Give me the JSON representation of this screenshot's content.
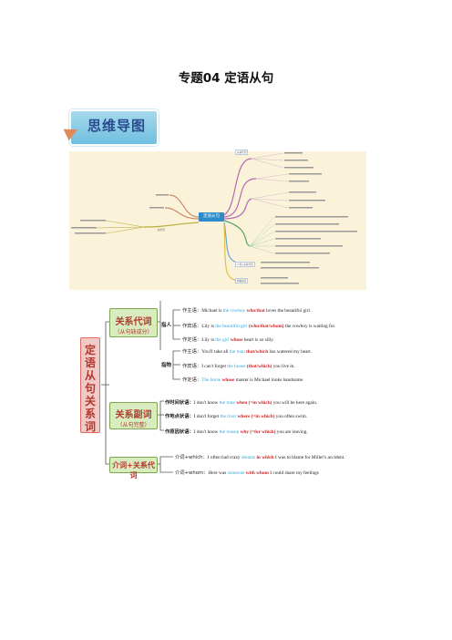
{
  "page": {
    "title": "专题04  定语从句"
  },
  "mindmap": {
    "header": "思维导图",
    "center": "定语从句",
    "left_nodes": [
      "定义",
      "关系代词",
      "关系副词",
      "先行词",
      "一般用法"
    ],
    "right_branches": [
      "关系代词",
      "关系副词",
      "介词+关系代词",
      "特殊情况"
    ]
  },
  "diagram": {
    "root": "定语从句关系词",
    "pronoun_box": {
      "main": "关系代词",
      "sub": "（从句缺成分）"
    },
    "adverb_box": {
      "main": "关系副词",
      "sub": "（从句完整）"
    },
    "prep_box": {
      "main": "介词+关系代词"
    },
    "person_label": "指人",
    "thing_label": "指物",
    "person_rows": [
      {
        "role": "作主语：",
        "pre": "Michael is ",
        "ante": "the cowboy",
        "rel": " who/that",
        "post": " loves the beautiful girl."
      },
      {
        "role": "作宾语：",
        "pre": "Lily is ",
        "ante": "the beautiful girl",
        "rel": " (who/that/whom)",
        "post": " the cowboy is waiting for."
      },
      {
        "role": "作定语：",
        "pre": "Lily is ",
        "ante": "the girl",
        "rel": " whose",
        "post": " heart is so silly."
      }
    ],
    "thing_rows": [
      {
        "role": "作主语：",
        "pre": "You'll take all ",
        "ante": "the man",
        "rel": " that/which",
        "post": " has watered my heart."
      },
      {
        "role": "作宾语：",
        "pre": "I can't forget ",
        "ante": "the house",
        "rel": " (that/which)",
        "post": " you live in."
      },
      {
        "role": "作定语：",
        "pre": "",
        "ante": "The horse",
        "rel": " whose",
        "post": " master is Michael looks handsome."
      }
    ],
    "adverb_rows": [
      {
        "role": "作时间状语：",
        "pre": "I don't know ",
        "ante": "the time",
        "rel": " when (=in which)",
        "post": " you will be here again."
      },
      {
        "role": "作地点状语：",
        "pre": "I don't forget ",
        "ante": "the river",
        "rel": " where (=in which)",
        "post": " you often swim."
      },
      {
        "role": "作原因状语：",
        "pre": "I don't know ",
        "ante": "the reason",
        "rel": " why (=for which)",
        "post": " you are leaving."
      }
    ],
    "prep_rows": [
      {
        "role": "介词+which：",
        "pre": "I often had crazy ",
        "ante": "dreams",
        "rel": " in which",
        "post": " I was to blame for Miller's accident."
      },
      {
        "role": "介词+whom：",
        "pre": "Here was ",
        "ante": "someone",
        "rel": " with whom",
        "post": " I could share my feelings"
      }
    ]
  },
  "colors": {
    "accent_blue": "#33a6dd",
    "accent_red": "#d02424",
    "box_green": "#d8ecbf",
    "root_pink": "#f1c9c6",
    "mindmap_bg": "#fbf3d9"
  }
}
